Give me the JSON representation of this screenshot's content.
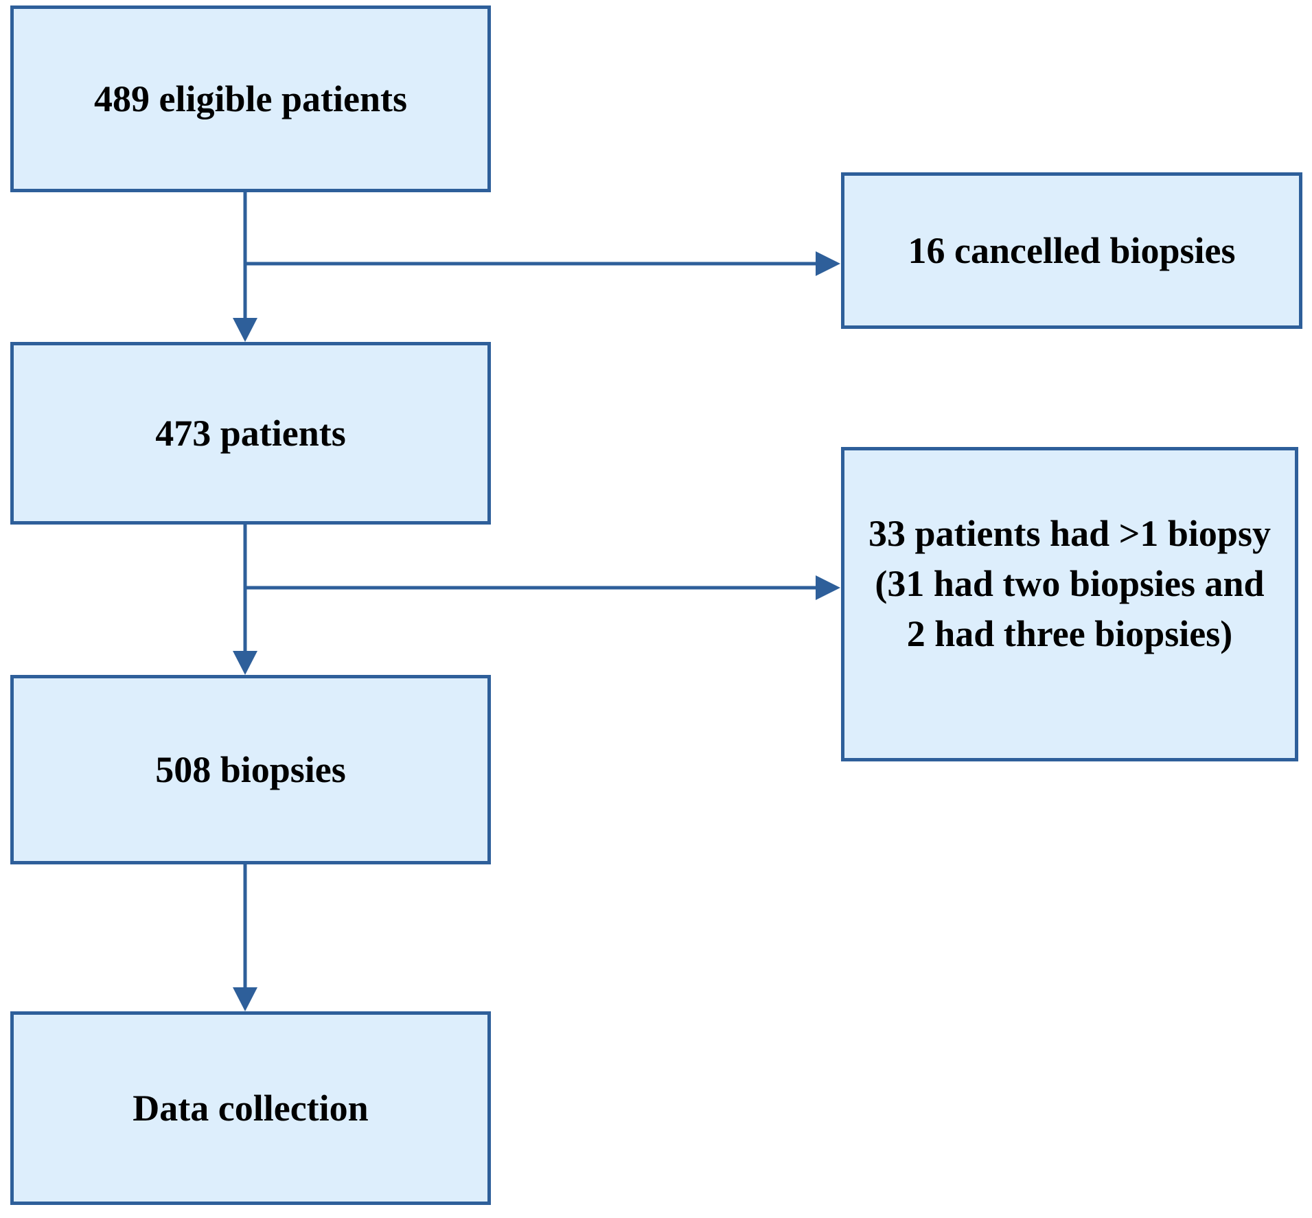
{
  "flowchart": {
    "main_steps": {
      "eligible": "489 eligible patients",
      "patients": "473 patients",
      "biopsies": "508 biopsies",
      "data_collection": "Data collection"
    },
    "side_steps": {
      "cancelled": "16 cancelled biopsies",
      "multiple": "33 patients had >1 biopsy (31 had two biopsies and 2 had three biopsies)"
    }
  },
  "colors": {
    "box_fill": "#ddeefc",
    "box_border": "#2e5f9a",
    "arrow": "#2e5f9a"
  }
}
